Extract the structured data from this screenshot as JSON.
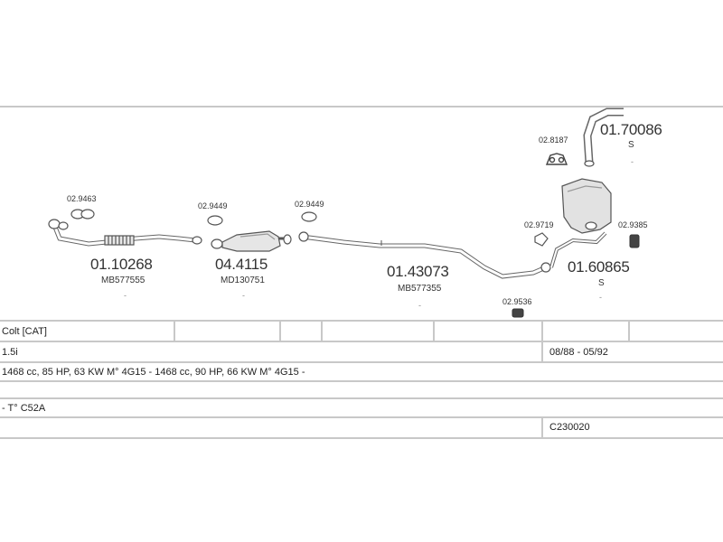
{
  "parts": [
    {
      "number": "01.10268",
      "ref": "MB577555"
    },
    {
      "number": "04.4115",
      "ref": "MD130751"
    },
    {
      "number": "01.43073",
      "ref": "MB577355"
    },
    {
      "number": "01.60865",
      "ref": "S"
    },
    {
      "number": "01.70086",
      "ref": "S"
    }
  ],
  "fittings": {
    "f1": "02.9463",
    "f2": "02.9449",
    "f3": "02.9449",
    "f4": "02.8187",
    "f5": "02.9719",
    "f6": "02.9385",
    "f7": "02.9536"
  },
  "table": {
    "model": "Colt  [CAT]",
    "engine": "1.5i",
    "years": "08/88 - 05/92",
    "spec": "1468 cc, 85 HP, 63 KW  M° 4G15 -  1468 cc, 90 HP, 66 KW  M° 4G15 -",
    "type": "- T° C52A",
    "code": "C230020"
  }
}
